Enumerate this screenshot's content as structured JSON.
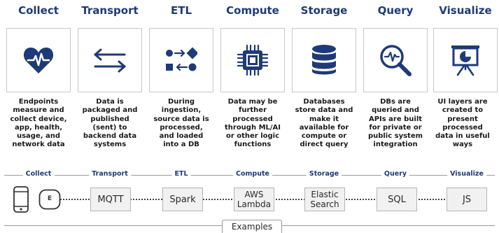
{
  "stages": [
    {
      "title": "Collect",
      "icon": "heart-pulse-icon",
      "desc": [
        "Endpoints",
        "measure and",
        "collect device,",
        "app, health,",
        "usage, and",
        "network data"
      ]
    },
    {
      "title": "Transport",
      "icon": "arrows-exchange-icon",
      "desc": [
        "Data is",
        "packaged and",
        "published",
        "(sent) to",
        "backend data",
        "systems"
      ]
    },
    {
      "title": "ETL",
      "icon": "etl-flow-icon",
      "desc": [
        "During",
        "ingestion,",
        "source data is",
        "processed,",
        "and loaded",
        "into a DB"
      ]
    },
    {
      "title": "Compute",
      "icon": "cpu-chip-icon",
      "desc": [
        "Data may be",
        "further",
        "processed",
        "through ML/AI",
        "or other logic",
        "functions"
      ]
    },
    {
      "title": "Storage",
      "icon": "database-icon",
      "desc": [
        "Databases",
        "store data and",
        "make it",
        "available for",
        "compute or",
        "direct query"
      ]
    },
    {
      "title": "Query",
      "icon": "search-analytics-icon",
      "desc": [
        "DBs are",
        "queried and",
        "APIs are built",
        "for private or",
        "public system",
        "integration"
      ]
    },
    {
      "title": "Visualize",
      "icon": "presentation-chart-icon",
      "desc": [
        "UI layers are",
        "created to",
        "present",
        "processed",
        "data in useful",
        "ways"
      ]
    }
  ],
  "examples": {
    "label": "Examples",
    "stage_labels": [
      "Collect",
      "Transport",
      "ETL",
      "Compute",
      "Storage",
      "Query",
      "Visualize"
    ],
    "collect_icons": [
      "phone-icon",
      "sensor-device-icon"
    ],
    "sensor_glyph": "E",
    "tech": [
      {
        "lines": [
          "MQTT"
        ]
      },
      {
        "lines": [
          "Spark"
        ]
      },
      {
        "lines": [
          "AWS",
          "Lambda"
        ]
      },
      {
        "lines": [
          "Elastic",
          "Search"
        ]
      },
      {
        "lines": [
          "SQL"
        ]
      },
      {
        "lines": [
          "JS"
        ]
      }
    ]
  },
  "colors": {
    "title": "#1e3a78",
    "icon": "#1e3a78",
    "box_border": "#c9c9c9",
    "tech_fill": "#f1f1f1"
  }
}
